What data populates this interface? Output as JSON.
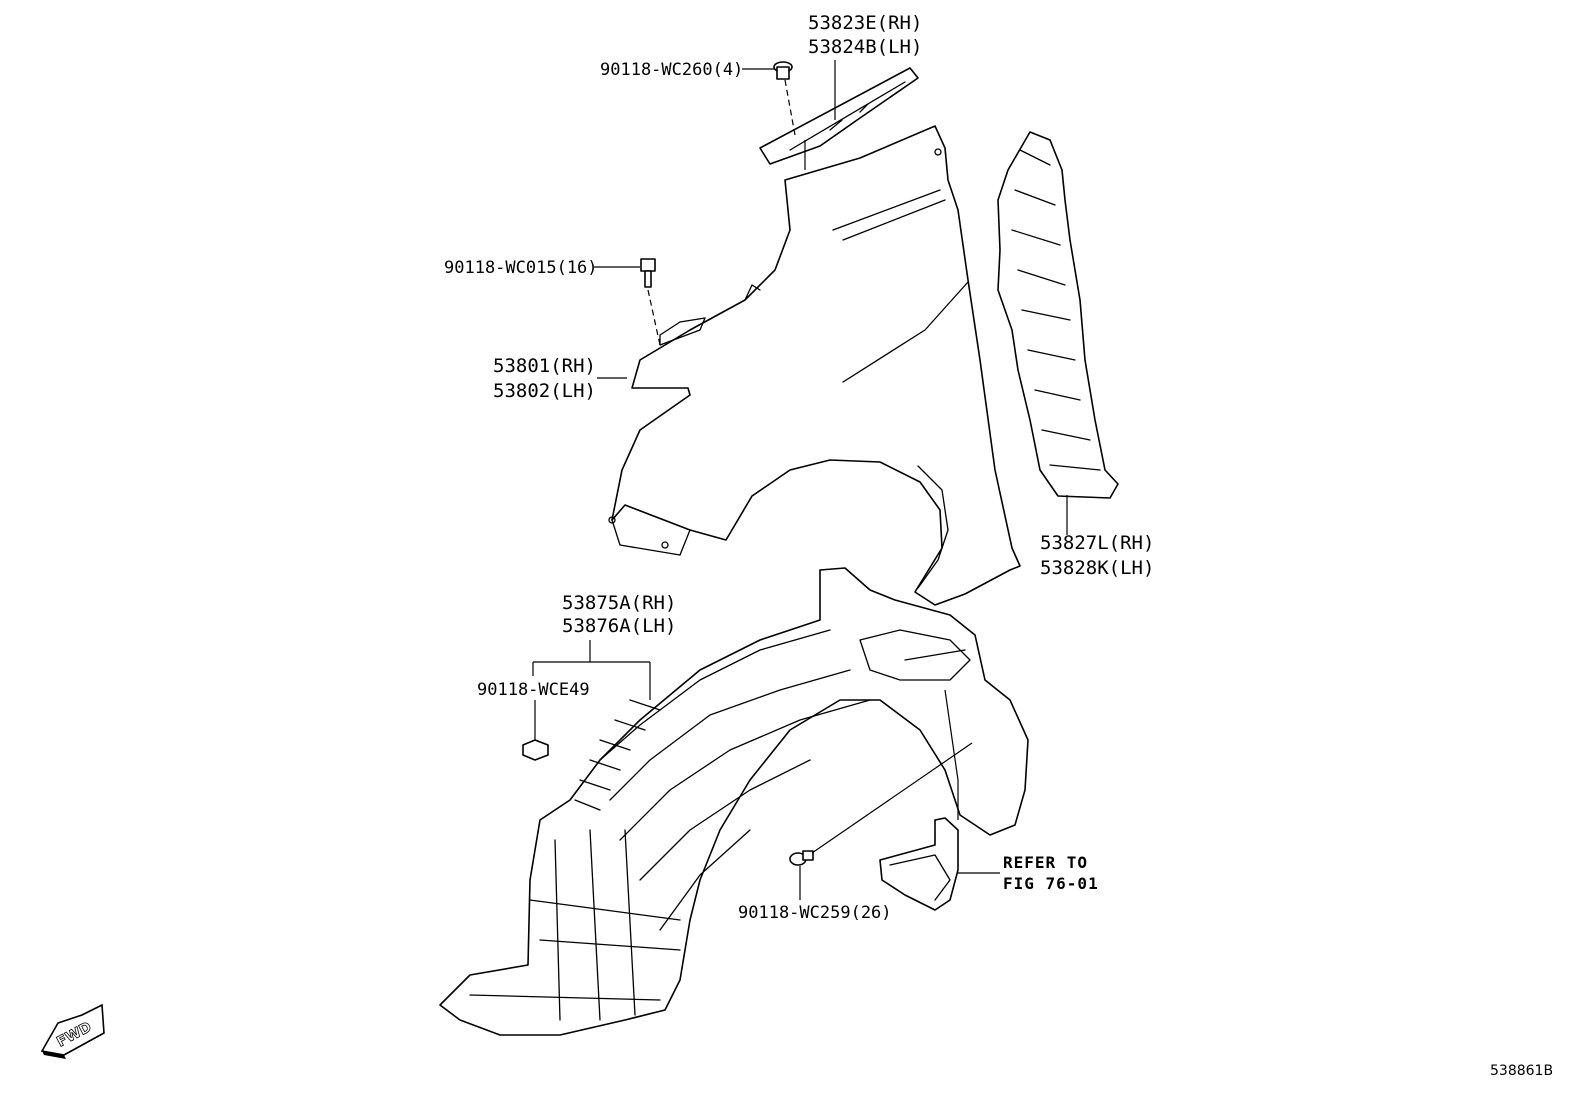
{
  "labels": {
    "front_fender_liner_seal_rh": "53823E(RH)",
    "front_fender_liner_seal_lh": "53824B(LH)",
    "clip_top": "90118-WC260(4)",
    "bolt_fender": "90118-WC015(16)",
    "fender_rh": "53801(RH)",
    "fender_lh": "53802(LH)",
    "fender_seal_rh": "53827L(RH)",
    "fender_seal_lh": "53828K(LH)",
    "liner_rh": "53875A(RH)",
    "liner_lh": "53876A(LH)",
    "nut_liner": "90118-WCE49",
    "clip_liner": "90118-WC259(26)",
    "refer_line1": "REFER TO",
    "refer_line2": "FIG 76-01"
  },
  "fwd_arrow": {
    "text": "FWD",
    "icon": "fwd-arrow-icon"
  },
  "figure_id": "538861B"
}
